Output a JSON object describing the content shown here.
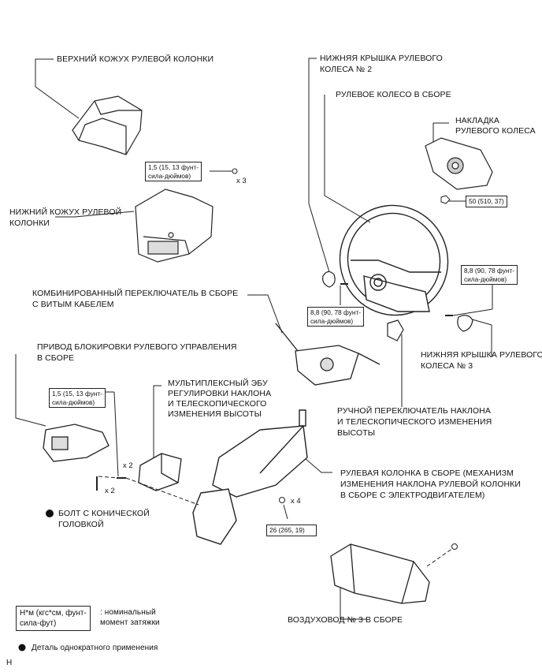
{
  "labels": {
    "upper_cover": "ВЕРХНИЙ КОЖУХ РУЛЕВОЙ КОЛОНКИ",
    "lower_cover_1": "НИЖНИЙ КОЖУХ РУЛЕВОЙ",
    "lower_cover_2": "КОЛОНКИ",
    "combo_switch_1": "КОМБИНИРОВАННЫЙ ПЕРЕКЛЮЧАТЕЛЬ В СБОРЕ",
    "combo_switch_2": "С ВИТЫМ КАБЕЛЕМ",
    "lock_actuator_1": "ПРИВОД БЛОКИРОВКИ РУЛЕВОГО УПРАВЛЕНИЯ",
    "lock_actuator_2": "В СБОРЕ",
    "ecu_1": "МУЛЬТИПЛЕКСНЫЙ ЭБУ",
    "ecu_2": "РЕГУЛИРОВКИ НАКЛОНА",
    "ecu_3": "И ТЕЛЕСКОПИЧЕСКОГО",
    "ecu_4": "ИЗМЕНЕНИЯ ВЫСОТЫ",
    "tapered_bolt_1": "БОЛТ С КОНИЧЕСКОЙ",
    "tapered_bolt_2": "ГОЛОВКОЙ",
    "wheel_lower_cover2_1": "НИЖНЯЯ КРЫШКА РУЛЕВОГО",
    "wheel_lower_cover2_2": "КОЛЕСА № 2",
    "steering_wheel": "РУЛЕВОЕ КОЛЕСО В СБОРЕ",
    "wheel_pad_1": "НАКЛАДКА",
    "wheel_pad_2": "РУЛЕВОГО КОЛЕСА",
    "wheel_lower_cover3_1": "НИЖНЯЯ КРЫШКА РУЛЕВОГО",
    "wheel_lower_cover3_2": "КОЛЕСА № 3",
    "tilt_switch_1": "РУЧНОЙ ПЕРЕКЛЮЧАТЕЛЬ НАКЛОНА",
    "tilt_switch_2": "И ТЕЛЕСКОПИЧЕСКОГО ИЗМЕНЕНИЯ",
    "tilt_switch_3": "ВЫСОТЫ",
    "column_1": "РУЛЕВАЯ КОЛОНКА В СБОРЕ (МЕХАНИЗМ",
    "column_2": "ИЗМЕНЕНИЯ НАКЛОНА РУЛЕВОЙ КОЛОНКИ",
    "column_3": "В СБОРЕ С ЭЛЕКТРОДВИГАТЕЛЕМ)",
    "air_duct": "ВОЗДУХОВОД № 3 В СБОРЕ"
  },
  "torques": {
    "t1_a": "1,5 (15, 13 фунт-",
    "t1_b": "сила-дюймов)",
    "t2": "50 (510, 37)",
    "t3_a": "8,8 (90, 78 фунт-",
    "t3_b": "сила-дюймов)",
    "t4_a": "8,8 (90, 78 фунт-",
    "t4_b": "сила-дюймов)",
    "t5_a": "1,5 (15, 13 фунт-",
    "t5_b": "сила-дюймов)",
    "t6": "26 (265, 19)"
  },
  "multipliers": {
    "m1": "x 3",
    "m2": "x 2",
    "m3": "x 2",
    "m4": "x 4"
  },
  "legend": {
    "unit_a": "Н*м (кгс*см, фунт-",
    "unit_b": "сила-фут)",
    "torque_a": ": номинальный",
    "torque_b": "момент затяжки",
    "one_time": "Деталь однократного применения"
  },
  "footer_code": "H"
}
